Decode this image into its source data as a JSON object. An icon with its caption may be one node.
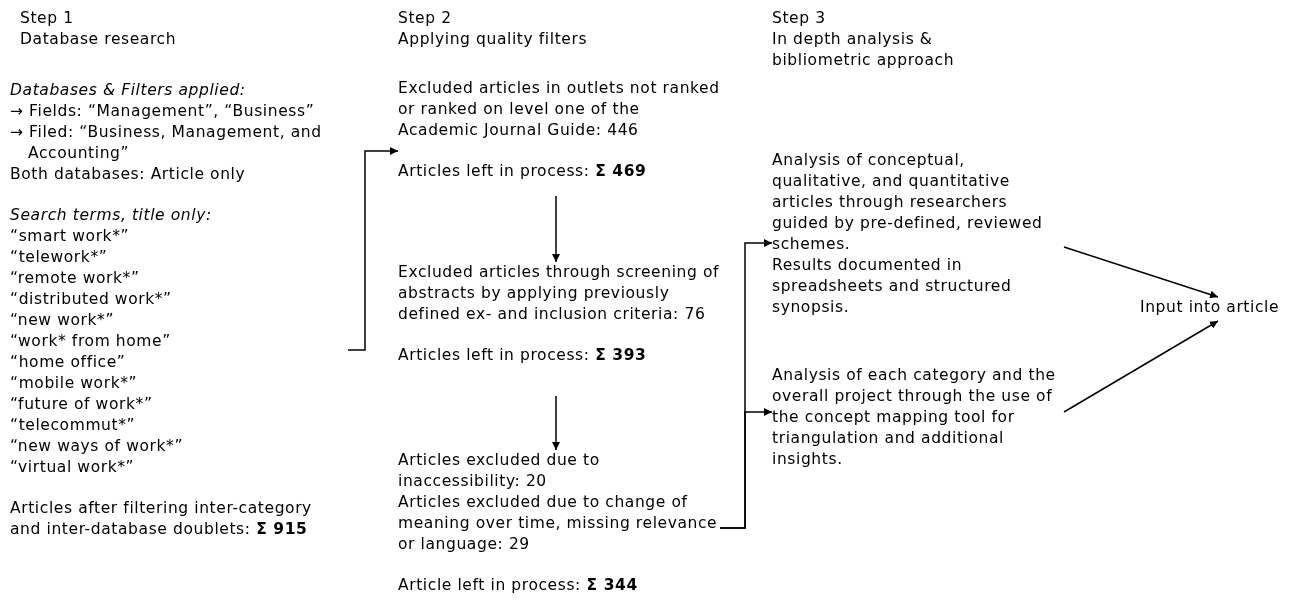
{
  "diagram": {
    "nodes": [
      {
        "text": [
          "Databases & Filters applied:",
          "→ Fields: “Management”, “Business”",
          "→ Filed: “Business, Management, and Accounting”",
          "Both databases: Article only",
          "Search terms, title only:",
          "“smart work*”",
          "“telework*”",
          "“remote work*”",
          "“distributed work*”",
          "“new work*”",
          "“work* from home”",
          "“home office”",
          "“mobile work*”",
          "“future of work*”",
          "“telecommut*”",
          "“new ways of work*”",
          "“virtual work*”",
          "Articles after filtering inter-category and inter-database doublets: **Σ 915**"
        ]
      },
      {
        "text": [
          "Excluded articles in outlets not ranked or ranked on level one of the Academic Journal Guide: 446",
          "Articles left in process: **Σ 469**"
        ]
      },
      {
        "text": [
          "Excluded articles through screening of abstracts by applying previously defined ex- and inclusion criteria: 76",
          "Articles left in process: **Σ 393**"
        ]
      },
      {
        "text": [
          "Articles excluded due to inaccessibility: 20",
          "Articles excluded due to change of meaning over time, missing relevance or language: 29",
          "Article left in process: **Σ 344**"
        ]
      },
      {
        "text": [
          "Analysis of conceptual, qualitative, and quantitative articles through researchers guided by pre-defined, reviewed schemes.",
          "Results documented in spreadsheets and structured synopsis."
        ]
      },
      {
        "text": [
          "Analysis of each category and the overall project through the use of the concept mapping tool for triangulation and additional insights."
        ]
      },
      {
        "text": [
          "Input into article"
        ]
      }
    ],
    "edges": [
      {
        "from": 0,
        "to": 1,
        "arrow": "to"
      },
      {
        "from": 1,
        "to": 2,
        "arrow": "to"
      },
      {
        "from": 2,
        "to": 3,
        "arrow": "to"
      },
      {
        "from": 3,
        "to": 4,
        "arrow": "to"
      },
      {
        "from": 3,
        "to": 5,
        "arrow": "to"
      },
      {
        "from": 4,
        "to": 6,
        "arrow": "to"
      },
      {
        "from": 5,
        "to": 6,
        "arrow": "to"
      }
    ],
    "labels": [
      "Step 1",
      "Database research",
      "Step 2",
      "Applying quality filters",
      "Step 3",
      "In depth analysis & bibliometric approach"
    ]
  }
}
